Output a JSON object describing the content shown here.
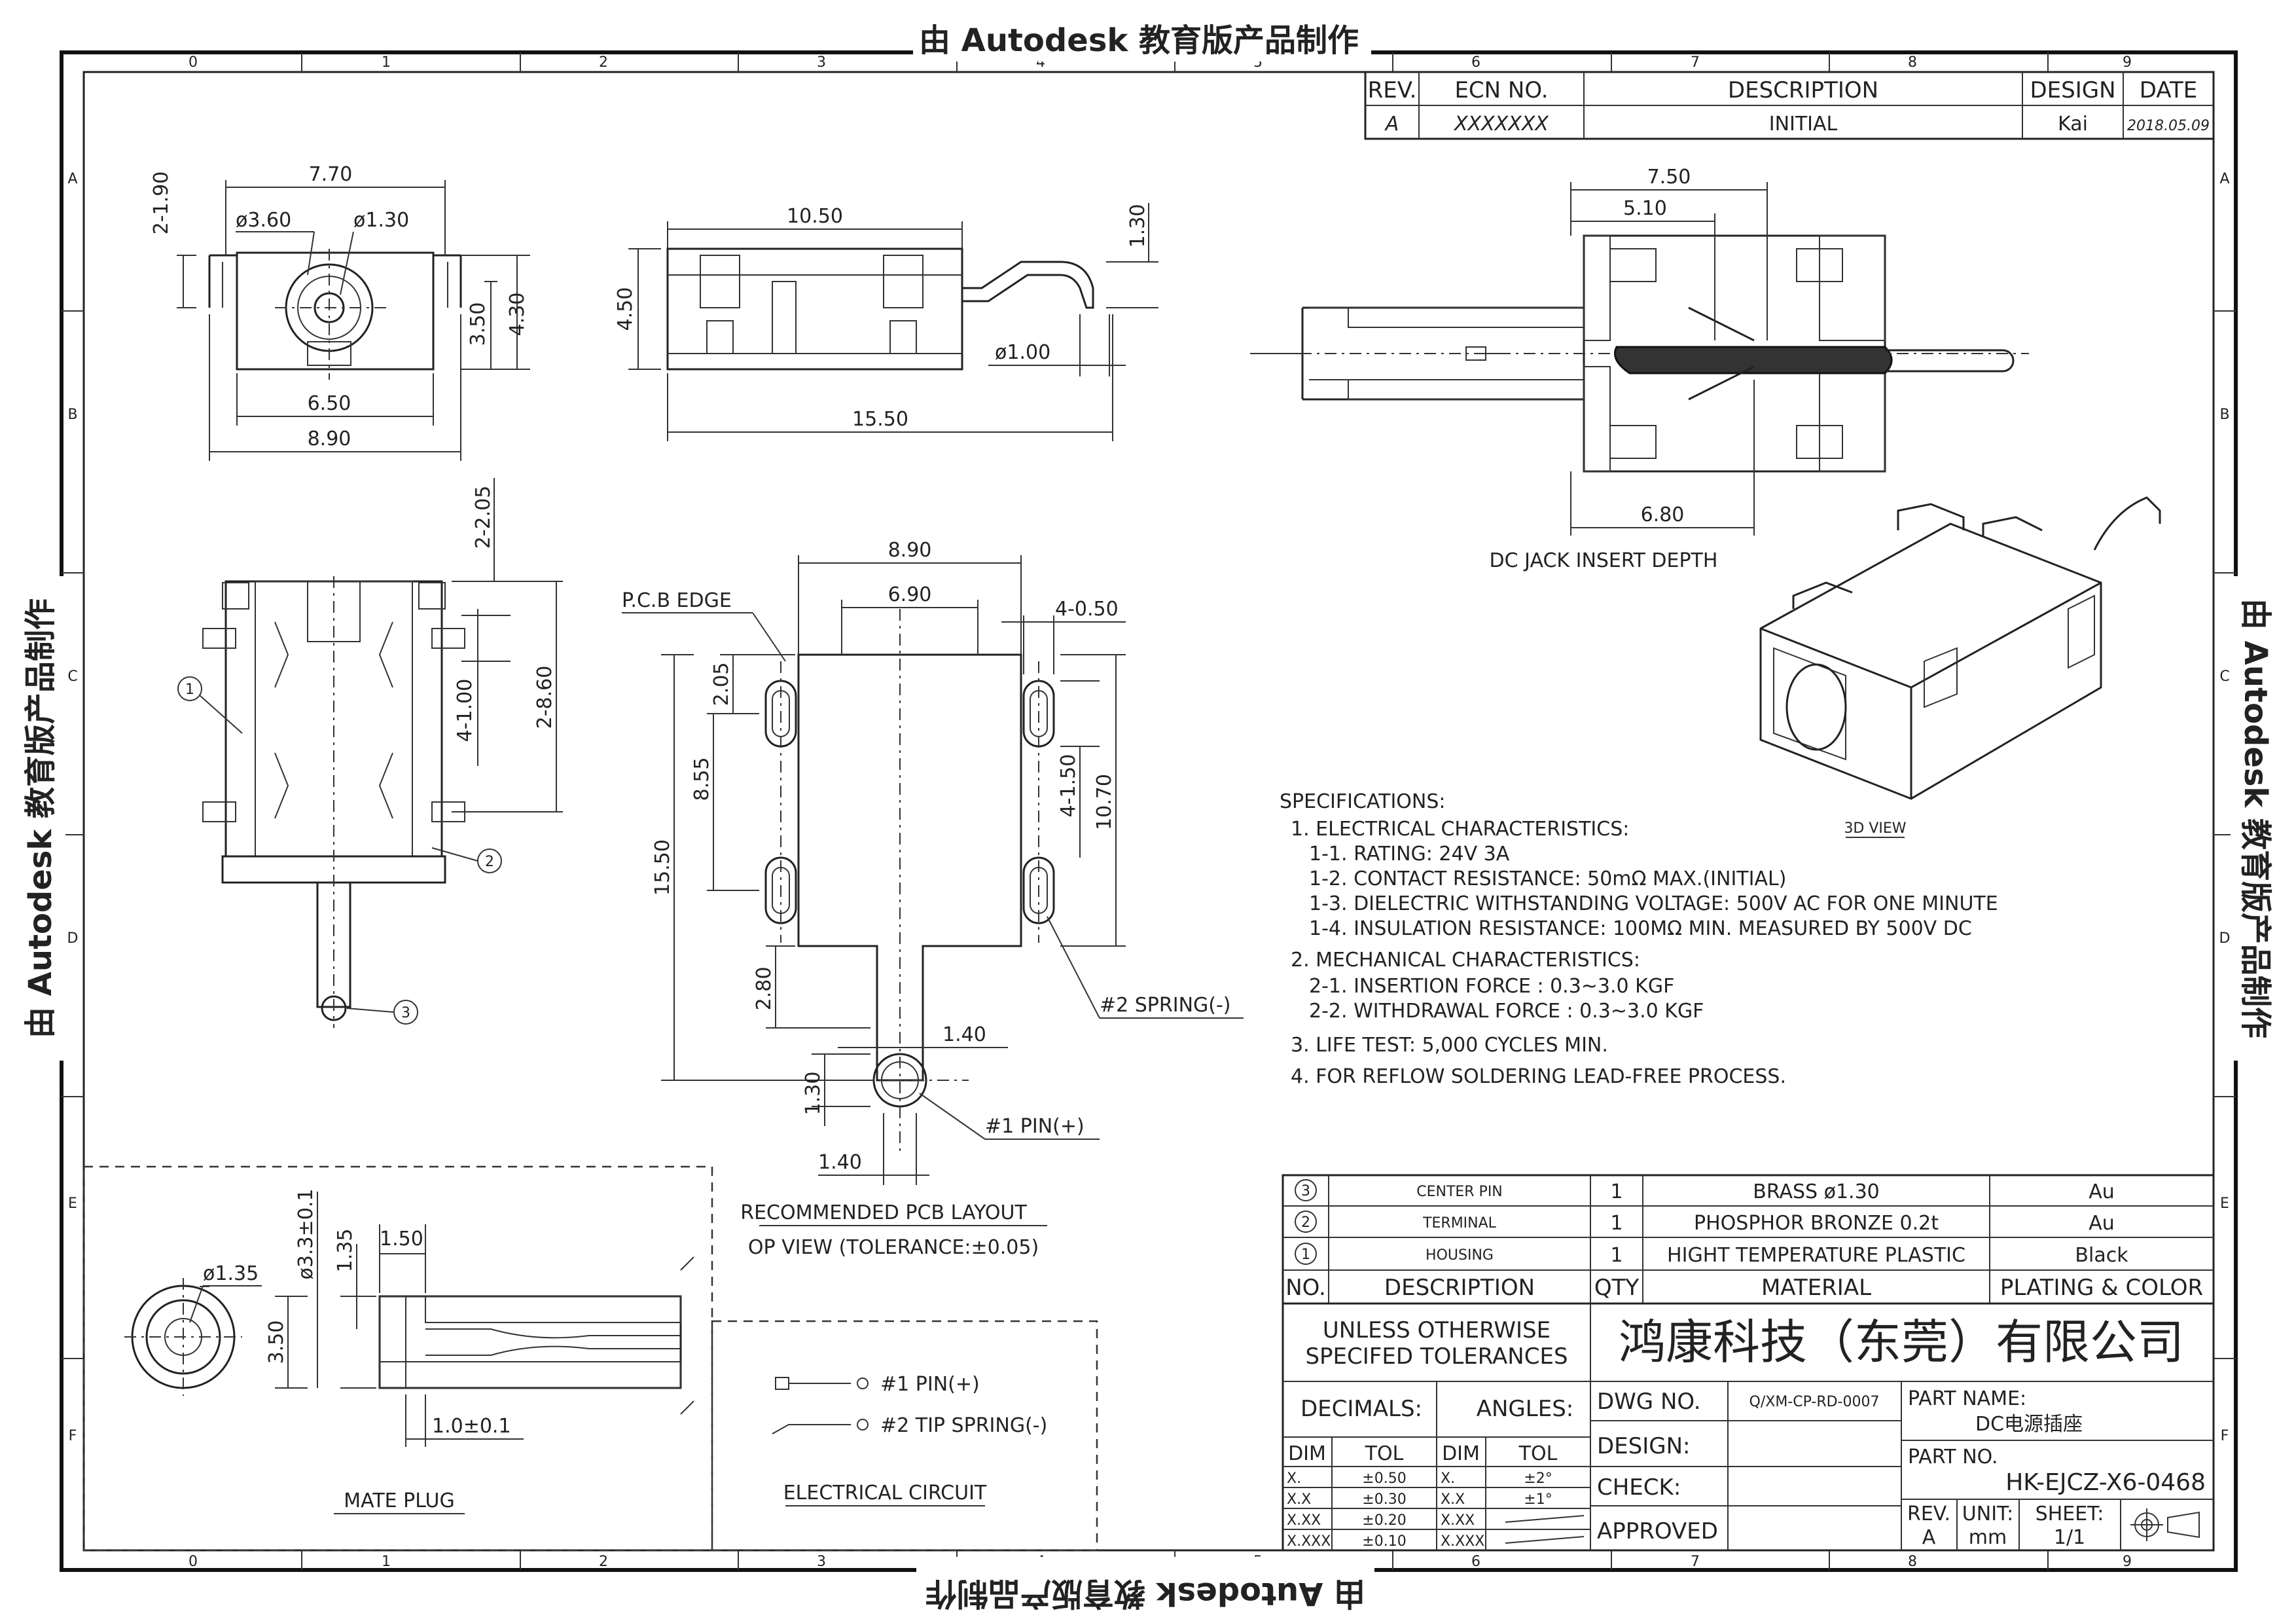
{
  "watermark": "由 Autodesk 教育版产品制作",
  "border": {
    "columns": [
      "0",
      "1",
      "2",
      "3",
      "4",
      "5",
      "6",
      "7",
      "8",
      "9"
    ],
    "rows": [
      "A",
      "B",
      "C",
      "D",
      "E",
      "F"
    ]
  },
  "revision_table": {
    "headers": [
      "REV.",
      "ECN NO.",
      "DESCRIPTION",
      "DESIGN",
      "DATE"
    ],
    "row": [
      "A",
      "XXXXXXX",
      "INITIAL",
      "Kai",
      "2018.05.09"
    ]
  },
  "front_view": {
    "dims": [
      "7.70",
      "2-1.90",
      "ø3.60",
      "ø1.30",
      "3.50",
      "4.30",
      "6.50",
      "8.90"
    ]
  },
  "side_view": {
    "dims": [
      "10.50",
      "1.30",
      "4.50",
      "ø1.00",
      "15.50"
    ]
  },
  "top_view": {
    "dims": [
      "2-2.05",
      "4-1.00",
      "2-8.60"
    ],
    "callouts": [
      "1",
      "2",
      "3"
    ]
  },
  "pcb_layout": {
    "dims": [
      "8.90",
      "6.90",
      "4-0.50",
      "2.05",
      "8.55",
      "15.50",
      "4-1.50",
      "10.70",
      "2.80",
      "1.40",
      "1.30",
      "1.40"
    ],
    "labels": {
      "edge": "P.C.B EDGE",
      "spring": "#2 SPRING(-)",
      "pin": "#1 PIN(+)"
    },
    "caption1": "RECOMMENDED PCB LAYOUT",
    "caption2": "OP VIEW (TOLERANCE:±0.05)"
  },
  "section_view": {
    "dims": [
      "7.50",
      "5.10",
      "6.80"
    ],
    "caption": "DC JACK INSERT DEPTH"
  },
  "view_3d": {
    "caption": "3D VIEW"
  },
  "specifications": [
    "SPECIFICATIONS:",
    "1. ELECTRICAL CHARACTERISTICS:",
    "1-1. RATING: 24V 3A",
    "1-2. CONTACT RESISTANCE: 50mΩ MAX.(INITIAL)",
    "1-3. DIELECTRIC WITHSTANDING VOLTAGE: 500V AC FOR ONE MINUTE",
    "1-4. INSULATION RESISTANCE: 100MΩ MIN. MEASURED BY 500V DC",
    "2. MECHANICAL CHARACTERISTICS:",
    "2-1. INSERTION FORCE : 0.3~3.0 KGF",
    "2-2. WITHDRAWAL FORCE : 0.3~3.0 KGF",
    "3. LIFE TEST: 5,000 CYCLES MIN.",
    "4. FOR REFLOW SOLDERING LEAD-FREE PROCESS."
  ],
  "mate_plug": {
    "dims": [
      "ø1.35",
      "ø3.3±0.1",
      "1.35",
      "1.50",
      "3.50",
      "1.0±0.1"
    ],
    "caption": "MATE PLUG"
  },
  "circuit": {
    "pin": "#1 PIN(+)",
    "spring": "#2 TIP SPRING(-)",
    "caption": "ELECTRICAL CIRCUIT"
  },
  "bom": {
    "rows": [
      {
        "no": "3",
        "description": "CENTER PIN",
        "qty": "1",
        "material": "BRASS ø1.30",
        "plating": "Au"
      },
      {
        "no": "2",
        "description": "TERMINAL",
        "qty": "1",
        "material": "PHOSPHOR BRONZE 0.2t",
        "plating": "Au"
      },
      {
        "no": "1",
        "description": "HOUSING",
        "qty": "1",
        "material": "HIGHT TEMPERATURE PLASTIC",
        "plating": "Black"
      }
    ],
    "headers": [
      "NO.",
      "DESCRIPTION",
      "QTY",
      "MATERIAL",
      "PLATING & COLOR"
    ]
  },
  "title_block": {
    "tol_line1": "UNLESS OTHERWISE",
    "tol_line2": "SPECIFED TOLERANCES",
    "company": "鸿康科技（东莞）有限公司",
    "decimals": "DECIMALS:",
    "angles": "ANGLES:",
    "dim": "DIM",
    "tol": "TOL",
    "decimal_rows": [
      [
        "X.",
        "±0.50"
      ],
      [
        "X.X",
        "±0.30"
      ],
      [
        "X.XX",
        "±0.20"
      ],
      [
        "X.XXX",
        "±0.10"
      ]
    ],
    "angle_rows": [
      [
        "X.",
        "±2°"
      ],
      [
        "X.X",
        "±1°"
      ],
      [
        "X.XX",
        ""
      ],
      [
        "X.XXX",
        ""
      ]
    ],
    "dwg_no_label": "DWG NO.",
    "dwg_no": "Q/XM-CP-RD-0007",
    "design": "DESIGN:",
    "check": "CHECK:",
    "approved": "APPROVED",
    "part_name_label": "PART NAME:",
    "part_name": "DC电源插座",
    "part_no_label": "PART NO.",
    "part_no": "HK-EJCZ-X6-0468",
    "rev_label": "REV.",
    "rev": "A",
    "unit_label": "UNIT:",
    "unit": "mm",
    "sheet_label": "SHEET:",
    "sheet": "1/1"
  }
}
